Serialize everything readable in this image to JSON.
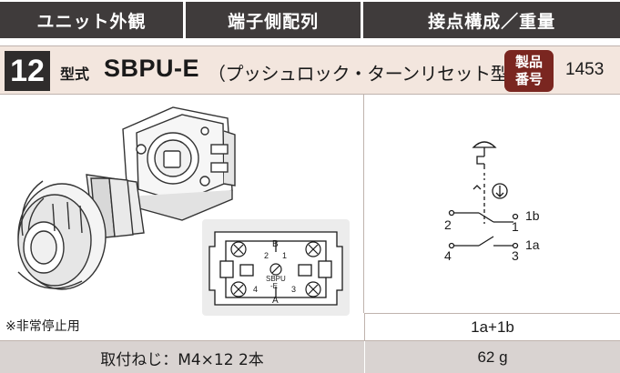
{
  "header": {
    "col1": "ユニット外観",
    "col2": "端子側配列",
    "col3": "接点構成／重量"
  },
  "title": {
    "number": "12",
    "model_prefix": "型式",
    "model_name": "SBPU-E",
    "model_desc": "（プッシュロック・ターンリセット型）",
    "product_badge_line1": "製品",
    "product_badge_line2": "番号",
    "product_number": "1453"
  },
  "terminal_labels": {
    "top": "B",
    "left_num": "2",
    "right_num": "1",
    "model_line1": "SBPU",
    "model_line2": "-E",
    "left_num2": "4",
    "right_num2": "3",
    "bottom": "A"
  },
  "circuit": {
    "label_1b": "1b",
    "label_1a": "1a",
    "t2": "2",
    "t1": "1",
    "t4": "4",
    "t3": "3"
  },
  "note": "※非常停止用",
  "contact_config": "1a+1b",
  "footer": {
    "mounting": "取付ねじ：M4×12  2本",
    "weight": "62 g"
  },
  "colors": {
    "header_bg": "#3f3b3b",
    "title_bg": "#f3e6de",
    "badge_bg": "#7a2620",
    "footer_bg": "#d9d3d1"
  }
}
